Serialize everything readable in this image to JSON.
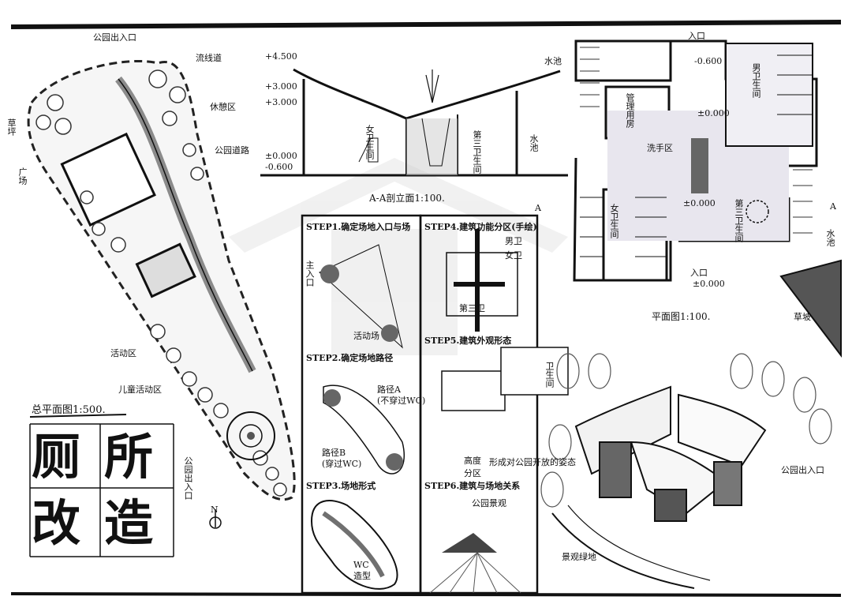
{
  "title": {
    "c1": "厕",
    "c2": "所",
    "c3": "改",
    "c4": "造"
  },
  "labels": {
    "site_plan": "总平面图1:500.",
    "section": "A-A剖立面1:100.",
    "floor_plan": "平面图1:100.",
    "step1": "STEP1.确定场地入口与场",
    "step2": "STEP2.确定场地路径",
    "step3": "STEP3.场地形式",
    "step4": "STEP4.建筑功能分区(手绘)",
    "step5": "STEP5.建筑外观形态",
    "step6": "STEP6.建筑与场地关系",
    "park_entrance_top": "公园出入口",
    "flow_path": "流线道",
    "rest_area": "休憩区",
    "lawn": "草坪",
    "square": "广场",
    "activity_area": "活动区",
    "park_road": "公园道路",
    "kids_area": "儿童活动区",
    "park_exit": "公园出入口",
    "park_entrance_right": "公园出入口",
    "entrance_a": "入口",
    "entrance_b": "入口",
    "water_pool": "水池",
    "water_pool2": "水池",
    "mgmt_room": "管理用房",
    "male_toilet": "男卫生间",
    "female_toilet": "女卫生间",
    "third_toilet": "第三卫生间",
    "wash_area": "洗手区",
    "sec_female": "女卫生间",
    "sec_third": "第三卫生间",
    "sec_water": "水池",
    "elev1": "+4.500",
    "elev2": "+3.000",
    "elev3": "+3.000",
    "elev4": "±0.000",
    "elev5": "-0.600",
    "fp_elev1": "-0.600",
    "fp_elev2": "±0.000",
    "fp_elev3": "±0.000",
    "fp_elev4": "±0.000",
    "step_note1": "主入口",
    "step_note2": "活动场",
    "step_note3": "路径A",
    "step_note4": "(不穿过WC)",
    "step_note5": "路径B",
    "step_note6": "(穿过WC)",
    "step_note7": "WC",
    "step_note8": "造型",
    "step_note9": "男卫",
    "step_note10": "女卫",
    "step_note11": "第三卫",
    "step_note12": "形成对公园开放的姿态",
    "step_note13": "卫生间",
    "step_note14": "高度",
    "step_note15": "分区",
    "step_note16": "公园景观",
    "grass_slope": "草坡",
    "landscape_area": "景观绿地",
    "north": "N",
    "axis_a1": "A",
    "axis_a2": "A"
  }
}
